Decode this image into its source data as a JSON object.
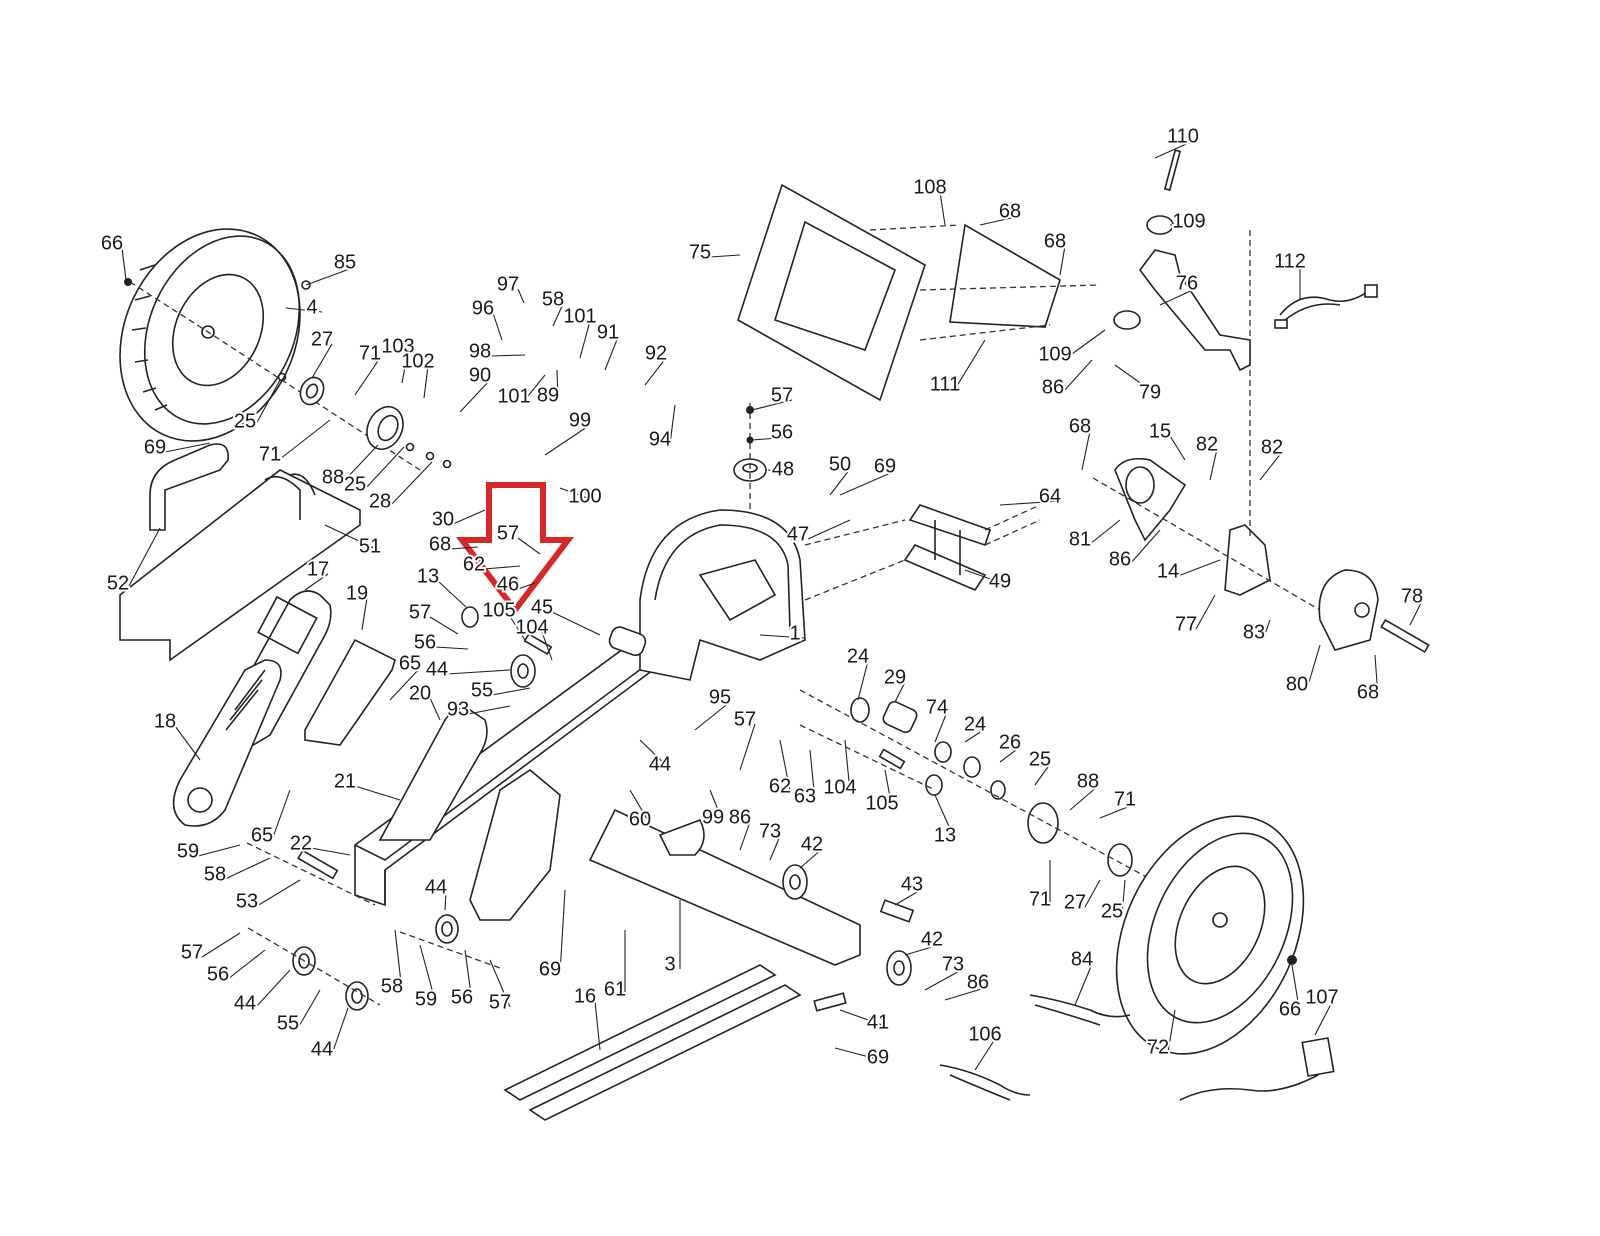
{
  "diagram": {
    "type": "exploded-parts-diagram",
    "subject": "rowing machine",
    "highlight": {
      "kind": "arrow-down",
      "color": "#d62828",
      "points_to_part": "46"
    },
    "labels": [
      {
        "id": "66a",
        "text": "66"
      },
      {
        "id": "85",
        "text": "85"
      },
      {
        "id": "4",
        "text": "4"
      },
      {
        "id": "27a",
        "text": "27"
      },
      {
        "id": "71a",
        "text": "71"
      },
      {
        "id": "103",
        "text": "103"
      },
      {
        "id": "102",
        "text": "102"
      },
      {
        "id": "25a",
        "text": "25"
      },
      {
        "id": "71b",
        "text": "71"
      },
      {
        "id": "88a",
        "text": "88"
      },
      {
        "id": "25b",
        "text": "25"
      },
      {
        "id": "28",
        "text": "28"
      },
      {
        "id": "69a",
        "text": "69"
      },
      {
        "id": "52",
        "text": "52"
      },
      {
        "id": "51",
        "text": "51"
      },
      {
        "id": "97",
        "text": "97"
      },
      {
        "id": "58a",
        "text": "58"
      },
      {
        "id": "96",
        "text": "96"
      },
      {
        "id": "101a",
        "text": "101"
      },
      {
        "id": "91",
        "text": "91"
      },
      {
        "id": "92",
        "text": "92"
      },
      {
        "id": "98",
        "text": "98"
      },
      {
        "id": "90",
        "text": "90"
      },
      {
        "id": "101b",
        "text": "101"
      },
      {
        "id": "89",
        "text": "89"
      },
      {
        "id": "99a",
        "text": "99"
      },
      {
        "id": "94",
        "text": "94"
      },
      {
        "id": "100",
        "text": "100"
      },
      {
        "id": "30",
        "text": "30"
      },
      {
        "id": "68a",
        "text": "68"
      },
      {
        "id": "57a",
        "text": "57"
      },
      {
        "id": "62a",
        "text": "62"
      },
      {
        "id": "46",
        "text": "46"
      },
      {
        "id": "13a",
        "text": "13"
      },
      {
        "id": "105a",
        "text": "105"
      },
      {
        "id": "45",
        "text": "45"
      },
      {
        "id": "57b",
        "text": "57"
      },
      {
        "id": "104a",
        "text": "104"
      },
      {
        "id": "56a",
        "text": "56"
      },
      {
        "id": "44a",
        "text": "44"
      },
      {
        "id": "55a",
        "text": "55"
      },
      {
        "id": "93",
        "text": "93"
      },
      {
        "id": "17",
        "text": "17"
      },
      {
        "id": "19",
        "text": "19"
      },
      {
        "id": "65a",
        "text": "65"
      },
      {
        "id": "20",
        "text": "20"
      },
      {
        "id": "18",
        "text": "18"
      },
      {
        "id": "21",
        "text": "21"
      },
      {
        "id": "65b",
        "text": "65"
      },
      {
        "id": "59a",
        "text": "59"
      },
      {
        "id": "22",
        "text": "22"
      },
      {
        "id": "58b",
        "text": "58"
      },
      {
        "id": "53",
        "text": "53"
      },
      {
        "id": "57c",
        "text": "57"
      },
      {
        "id": "56b",
        "text": "56"
      },
      {
        "id": "44b",
        "text": "44"
      },
      {
        "id": "55b",
        "text": "55"
      },
      {
        "id": "44c",
        "text": "44"
      },
      {
        "id": "44d",
        "text": "44"
      },
      {
        "id": "58c",
        "text": "58"
      },
      {
        "id": "59b",
        "text": "59"
      },
      {
        "id": "56c",
        "text": "56"
      },
      {
        "id": "57d",
        "text": "57"
      },
      {
        "id": "69b",
        "text": "69"
      },
      {
        "id": "61",
        "text": "61"
      },
      {
        "id": "3",
        "text": "3"
      },
      {
        "id": "16",
        "text": "16"
      },
      {
        "id": "75",
        "text": "75"
      },
      {
        "id": "108",
        "text": "108"
      },
      {
        "id": "68b",
        "text": "68"
      },
      {
        "id": "68c",
        "text": "68"
      },
      {
        "id": "111",
        "text": "111"
      },
      {
        "id": "110",
        "text": "110"
      },
      {
        "id": "109a",
        "text": "109"
      },
      {
        "id": "76",
        "text": "76"
      },
      {
        "id": "109b",
        "text": "109"
      },
      {
        "id": "86a",
        "text": "86"
      },
      {
        "id": "79",
        "text": "79"
      },
      {
        "id": "112",
        "text": "112"
      },
      {
        "id": "57e",
        "text": "57"
      },
      {
        "id": "56d",
        "text": "56"
      },
      {
        "id": "48",
        "text": "48"
      },
      {
        "id": "50",
        "text": "50"
      },
      {
        "id": "69c",
        "text": "69"
      },
      {
        "id": "47",
        "text": "47"
      },
      {
        "id": "64",
        "text": "64"
      },
      {
        "id": "49",
        "text": "49"
      },
      {
        "id": "1",
        "text": "1"
      },
      {
        "id": "68d",
        "text": "68"
      },
      {
        "id": "15",
        "text": "15"
      },
      {
        "id": "82a",
        "text": "82"
      },
      {
        "id": "82b",
        "text": "82"
      },
      {
        "id": "81",
        "text": "81"
      },
      {
        "id": "86b",
        "text": "86"
      },
      {
        "id": "14",
        "text": "14"
      },
      {
        "id": "77",
        "text": "77"
      },
      {
        "id": "83",
        "text": "83"
      },
      {
        "id": "78",
        "text": "78"
      },
      {
        "id": "80",
        "text": "80"
      },
      {
        "id": "68e",
        "text": "68"
      },
      {
        "id": "24a",
        "text": "24"
      },
      {
        "id": "29",
        "text": "29"
      },
      {
        "id": "74",
        "text": "74"
      },
      {
        "id": "24b",
        "text": "24"
      },
      {
        "id": "26",
        "text": "26"
      },
      {
        "id": "25c",
        "text": "25"
      },
      {
        "id": "88b",
        "text": "88"
      },
      {
        "id": "71c",
        "text": "71"
      },
      {
        "id": "104b",
        "text": "104"
      },
      {
        "id": "105b",
        "text": "105"
      },
      {
        "id": "13b",
        "text": "13"
      },
      {
        "id": "71d",
        "text": "71"
      },
      {
        "id": "27b",
        "text": "27"
      },
      {
        "id": "25d",
        "text": "25"
      },
      {
        "id": "95",
        "text": "95"
      },
      {
        "id": "57f",
        "text": "57"
      },
      {
        "id": "62b",
        "text": "62"
      },
      {
        "id": "63",
        "text": "63"
      },
      {
        "id": "44e",
        "text": "44"
      },
      {
        "id": "99b",
        "text": "99"
      },
      {
        "id": "60",
        "text": "60"
      },
      {
        "id": "86c",
        "text": "86"
      },
      {
        "id": "73a",
        "text": "73"
      },
      {
        "id": "42a",
        "text": "42"
      },
      {
        "id": "43",
        "text": "43"
      },
      {
        "id": "42b",
        "text": "42"
      },
      {
        "id": "73b",
        "text": "73"
      },
      {
        "id": "86d",
        "text": "86"
      },
      {
        "id": "41",
        "text": "41"
      },
      {
        "id": "69d",
        "text": "69"
      },
      {
        "id": "84",
        "text": "84"
      },
      {
        "id": "106",
        "text": "106"
      },
      {
        "id": "72",
        "text": "72"
      },
      {
        "id": "66b",
        "text": "66"
      },
      {
        "id": "107",
        "text": "107"
      }
    ]
  }
}
